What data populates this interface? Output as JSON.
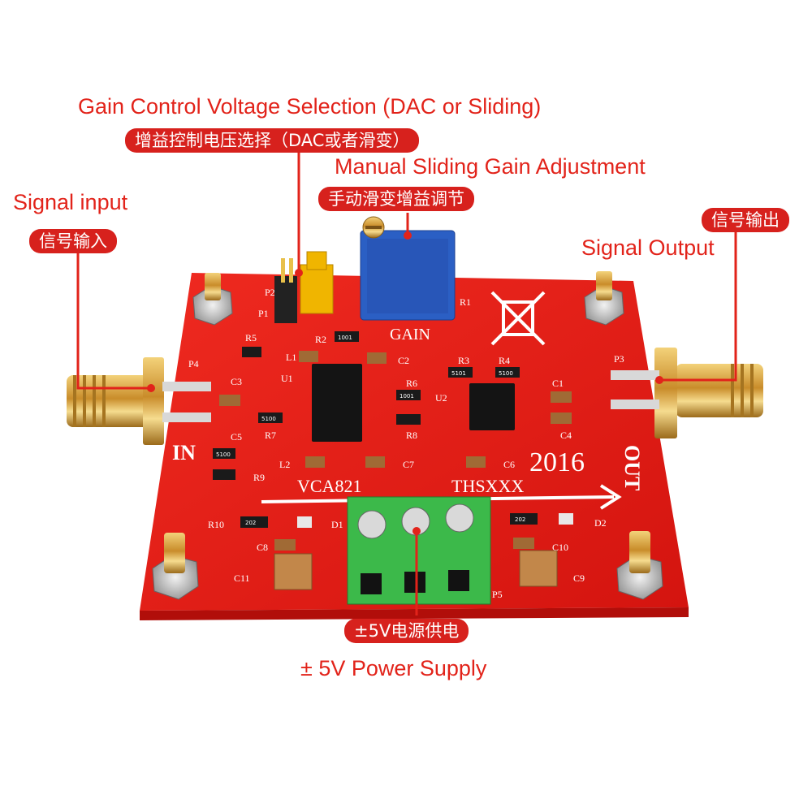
{
  "colors": {
    "pcb": "#e31b14",
    "pcb_dark": "#b50f0c",
    "callout": "#e2231a",
    "gold": "#d9a441",
    "terminal": "#3cb94a",
    "trimmer": "#2856b8"
  },
  "callouts": {
    "gain_control": {
      "en": "Gain Control Voltage Selection (DAC or Sliding)",
      "cn": "增益控制电压选择（DAC或者滑变）"
    },
    "manual_gain": {
      "en": "Manual Sliding Gain Adjustment",
      "cn": "手动滑变增益调节"
    },
    "signal_input": {
      "en": "Signal input",
      "cn": "信号输入"
    },
    "signal_output": {
      "en": "Signal Output",
      "cn": "信号输出"
    },
    "power_supply": {
      "en": "± 5V Power Supply",
      "cn": "±5V电源供电"
    }
  },
  "silkscreen": {
    "in": "IN",
    "out": "OUT",
    "gain": "GAIN",
    "year": "2016",
    "vca": "VCA821",
    "ths": "THSXXX",
    "labels": [
      "P1",
      "P2",
      "R1",
      "R2",
      "R5",
      "L1",
      "C2",
      "U1",
      "P4",
      "C3",
      "R3",
      "R4",
      "P3",
      "R6",
      "U2",
      "C1",
      "R7",
      "R8",
      "C4",
      "C5",
      "R9",
      "L2",
      "C7",
      "C6",
      "R10",
      "D1",
      "D2",
      "C8",
      "C10",
      "C11",
      "C9",
      "P5"
    ],
    "resistor_codes": [
      "1001",
      "5101",
      "5100",
      "1001",
      "5100",
      "5100",
      "202",
      "202"
    ]
  }
}
